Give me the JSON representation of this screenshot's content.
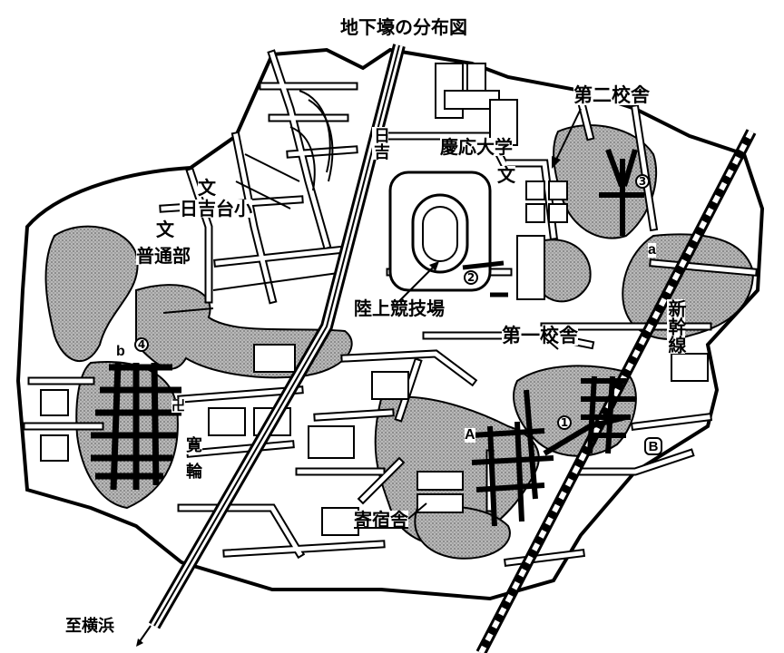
{
  "map": {
    "title": "地下壕の分布図",
    "labels": {
      "hiyoshi": "日吉",
      "keio_univ": "慶応大学",
      "bun_keio": "文",
      "second_campus": "第二校舎",
      "bun_school1": "文",
      "hiyoshidai_school": "日吉台小",
      "bun_school2": "文",
      "futsubu": "普通部",
      "track": "陸上競技場",
      "first_campus": "第一校舎",
      "shinkansen": "新幹線",
      "dorm": "寄宿舎",
      "to_yokohama": "至横浜",
      "symbol_shrine": "卍",
      "kanno": "寛",
      "rin": "輪"
    },
    "markers": {
      "m1": "1",
      "m2": "2",
      "m3": "3",
      "m4": "4"
    },
    "letters": {
      "a": "a",
      "b": "b",
      "A": "A",
      "B": "B"
    },
    "colors": {
      "ink": "#000000",
      "paper": "#ffffff",
      "tunnel_area": "#8c8c8c"
    }
  }
}
